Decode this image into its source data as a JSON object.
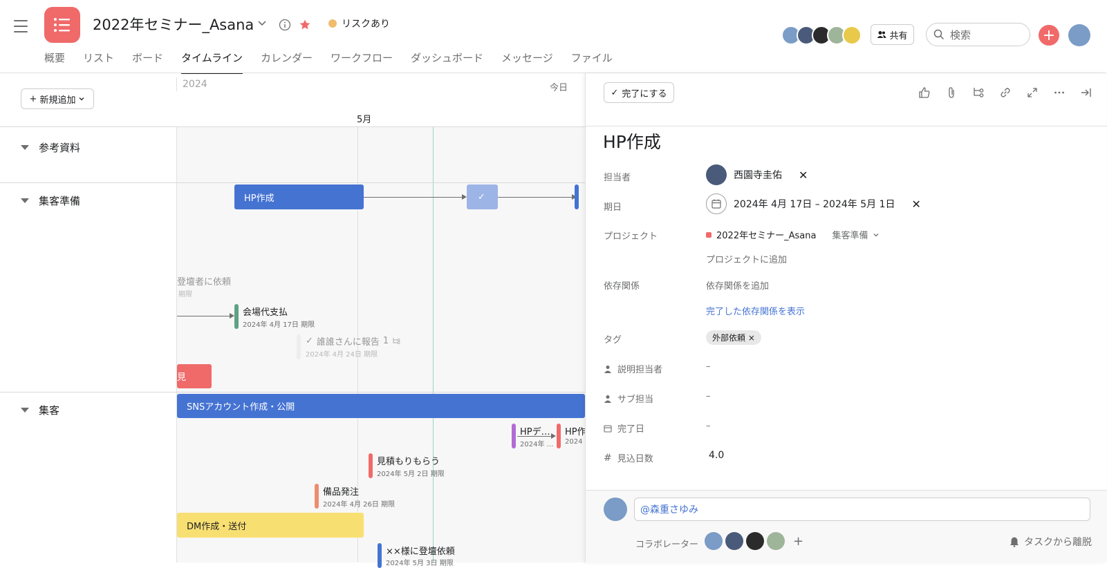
{
  "project": {
    "title": "2022年セミナー_Asana",
    "status_label": "リスクあり",
    "icon": "list-icon"
  },
  "tabs": [
    "概要",
    "リスト",
    "ボード",
    "タイムライン",
    "カレンダー",
    "ワークフロー",
    "ダッシュボード",
    "メッセージ",
    "ファイル"
  ],
  "header": {
    "share_label": "共有",
    "search_placeholder": "検索"
  },
  "timeline": {
    "add_label": "新規追加",
    "year_label": "2024",
    "today_label": "今日",
    "month_label": "5月",
    "sections": [
      "参考資料",
      "集客準備",
      "集客"
    ],
    "tasks": {
      "hp": "HP作成",
      "partial_request": "登壇者に依頼",
      "partial_request_date": "期限",
      "venue": "会場代支払",
      "venue_date": "2024年 4月 17日 期限",
      "report": "誰誰さんに報告",
      "report_sub_count": "1",
      "report_date": "2024年 4月 24日 期限",
      "red_partial": "見",
      "sns": "SNSアカウント作成・公開",
      "hpd": "HPデ…",
      "hpd_date": "2024年 …",
      "hp2": "HP作",
      "hp2_date": "2024",
      "estimate": "見積もりもらう",
      "estimate_date": "2024年 5月 2日 期限",
      "order": "備品発注",
      "order_date": "2024年 4月 26日 期限",
      "dm": "DM作成・送付",
      "xx": "××様に登壇依頼",
      "xx_date": "2024年 5月 3日 期限",
      "check": "✓"
    }
  },
  "detail": {
    "complete_label": "完了にする",
    "title": "HP作成",
    "fields": {
      "assignee_label": "担当者",
      "assignee_value": "西園寺圭佑",
      "due_label": "期日",
      "due_value": "2024年 4月 17日 – 2024年 5月 1日",
      "project_label": "プロジェクト",
      "project_value": "2022年セミナー_Asana",
      "project_section": "集客準備",
      "add_project": "プロジェクトに追加",
      "deps_label": "依存関係",
      "add_deps": "依存関係を追加",
      "show_done_deps": "完了した依存関係を表示",
      "tags_label": "タグ",
      "tag_value": "外部依頼",
      "desc_owner_label": "説明担当者",
      "desc_owner_value": "–",
      "sub_owner_label": "サブ担当",
      "sub_owner_value": "–",
      "done_date_label": "完了日",
      "done_date_value": "–",
      "estimate_label": "見込日数",
      "estimate_value": "4.0"
    },
    "comment_value": "@森重さゆみ",
    "collaborators_label": "コラボレーター",
    "leave_label": "タスクから離脱"
  },
  "colors": {
    "brand": "#f06a6a",
    "blue": "#4573d2",
    "green": "#5da283",
    "red": "#f06a6a",
    "purple": "#b36bd4",
    "orange": "#ec8d71",
    "yellow": "#f8df72",
    "status": "#f1bd6c"
  }
}
